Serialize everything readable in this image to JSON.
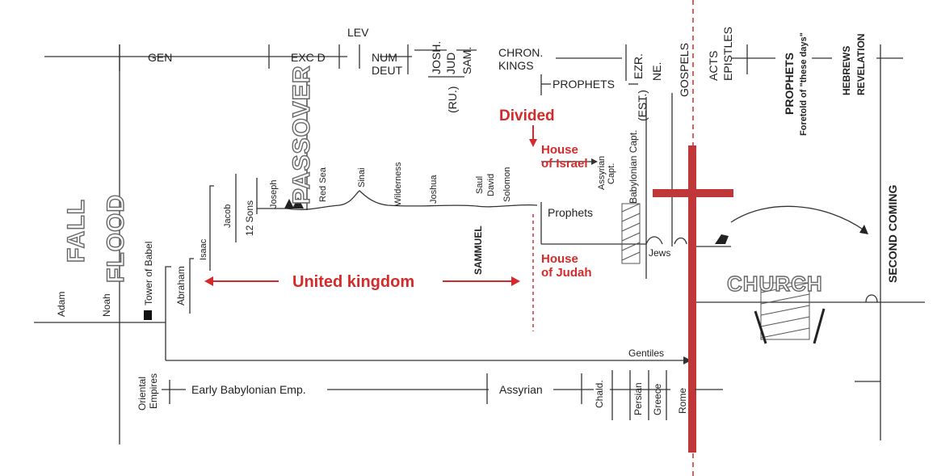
{
  "top_row": {
    "gen": "GEN",
    "lev": "LEV",
    "exod": "EXC D",
    "num": "NUM",
    "deut": "DEUT",
    "josh": "JOSH.",
    "jud": "JUD",
    "ru": "(RU.)",
    "sam": "SAM.",
    "chron": "CHRON.",
    "kings": "KINGS",
    "prophets": "PROPHETS",
    "ezr": "EZR.",
    "est": "(EST.)",
    "ne": "NE.",
    "gospels": "GOSPELS",
    "acts": "ACTS",
    "epistles": "EPISTLES",
    "prophets2": "PROPHETS",
    "foretold": "Foretold of \"these days\"",
    "hebrews": "HEBREWS",
    "revelation": "REVELATION"
  },
  "big_labels": {
    "fall": "FALL",
    "flood": "FLOOD",
    "passover": "PASSOVER",
    "church": "CHURCH",
    "second_coming": "SECOND  COMING"
  },
  "left_column": {
    "adam": "Adam",
    "noah": "Noah",
    "tower": "Tower of Babel",
    "abraham": "Abraham",
    "isaac": "Isaac",
    "jacob": "Jacob",
    "sons": "12 Sons",
    "joseph": "Joseph"
  },
  "journey": {
    "red_sea": "Red Sea",
    "sinai": "Sinai",
    "wilderness": "Wilderness",
    "joshua": "Joshua",
    "saul": "Saul",
    "david": "David",
    "solomon": "Solomon",
    "sammuel": "SAMMUEL"
  },
  "kingdom": {
    "divided": "Divided",
    "house_israel_1": "House",
    "house_israel_2": "of Israel",
    "assyrian_capt_1": "Assyrian",
    "assyrian_capt_2": "Capt.",
    "babylonian_capt": "Babylonian  Capt.",
    "prophets": "Prophets",
    "house_judah_1": "House",
    "house_judah_2": "of Judah",
    "jews": "Jews",
    "united_kingdom": "United kingdom",
    "gentiles": "Gentiles"
  },
  "empires": {
    "oriental_1": "Oriental",
    "oriental_2": "Empires",
    "early_babylonian": "Early  Babylonian  Emp.",
    "assyrian": "Assyrian",
    "chald": "Chald.",
    "persian": "Persian",
    "greece": "Greece",
    "rome": "Rome"
  },
  "colors": {
    "red_accent": "#d42a2a",
    "cross": "#c0373a",
    "line": "#333333"
  }
}
